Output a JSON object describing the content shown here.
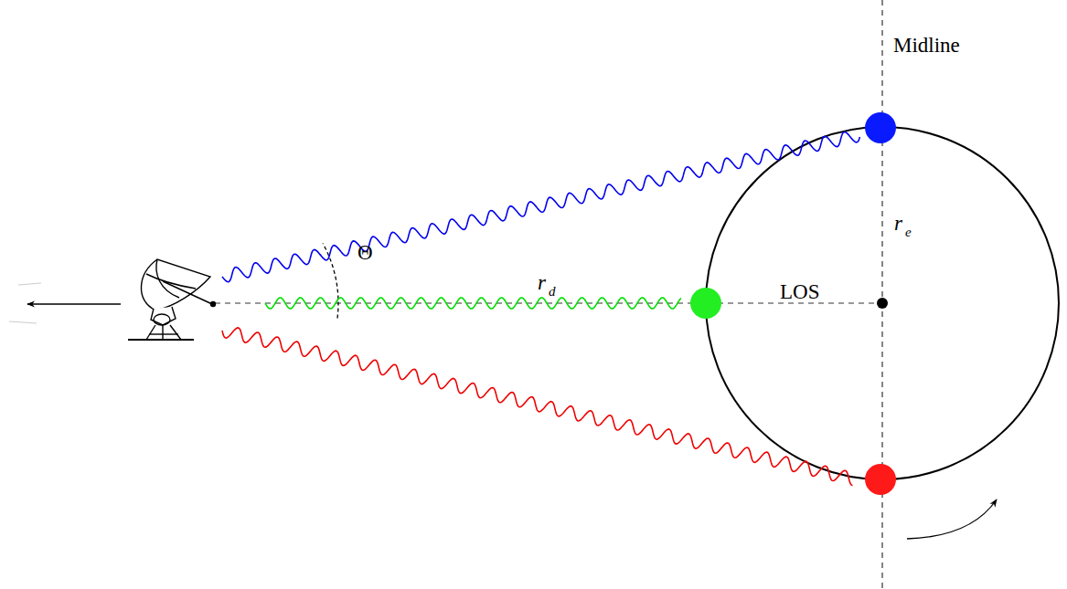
{
  "diagram": {
    "labels": [
      "Midline",
      "Θ",
      "r",
      "d",
      "LOS",
      "r",
      "e"
    ]
  }
}
